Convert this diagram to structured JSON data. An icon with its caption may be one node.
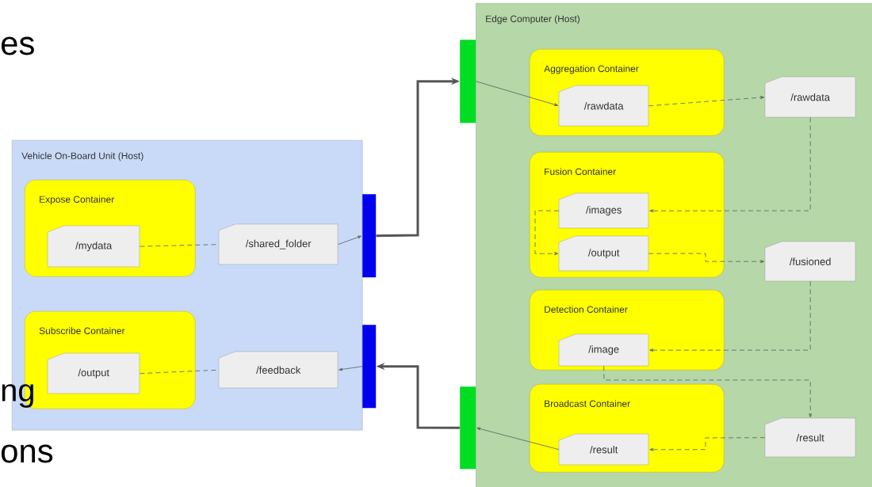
{
  "diagram": {
    "nodes": [
      {
        "text": [
          "Vehicle On-Board Unit (Host)"
        ]
      },
      {
        "text": [
          "Expose Container"
        ],
        "in": 0
      },
      {
        "text": [
          "/mydata"
        ],
        "in": 1
      },
      {
        "text": [
          "/shared_folder"
        ],
        "in": 0
      },
      {
        "text": [
          "Subscribe Container"
        ],
        "in": 0
      },
      {
        "text": [
          "/output"
        ],
        "in": 4
      },
      {
        "text": [
          "/feedback"
        ],
        "in": 0
      },
      {
        "text": [],
        "shape": "bar"
      },
      {
        "text": [],
        "shape": "bar"
      },
      {
        "text": [
          "Edge Computer (Host)"
        ]
      },
      {
        "text": [],
        "shape": "bar"
      },
      {
        "text": [],
        "shape": "bar"
      },
      {
        "text": [
          "Aggregation Container"
        ],
        "in": 9
      },
      {
        "text": [
          "/rawdata"
        ],
        "in": 12
      },
      {
        "text": [
          "/rawdata"
        ],
        "in": 9
      },
      {
        "text": [
          "Fusion Container"
        ],
        "in": 9
      },
      {
        "text": [
          "/images"
        ],
        "in": 15
      },
      {
        "text": [
          "/output"
        ],
        "in": 15
      },
      {
        "text": [
          "/fusioned"
        ],
        "in": 9
      },
      {
        "text": [
          "Detection Container"
        ],
        "in": 9
      },
      {
        "text": [
          "/image"
        ],
        "in": 19
      },
      {
        "text": [
          "Broadcast Container"
        ],
        "in": 9
      },
      {
        "text": [
          "/result"
        ],
        "in": 21
      },
      {
        "text": [
          "/result"
        ],
        "in": 9
      }
    ],
    "edges": [
      {
        "from": 2,
        "to": 3,
        "arrow": "none",
        "style": "dashed"
      },
      {
        "from": 3,
        "to": 7,
        "arrow": "to"
      },
      {
        "from": 7,
        "to": 10,
        "arrow": "to",
        "style": "thick",
        "color": "#555555"
      },
      {
        "from": 11,
        "to": 8,
        "arrow": "to",
        "style": "thick",
        "color": "#555555"
      },
      {
        "from": 8,
        "to": 6,
        "arrow": "to"
      },
      {
        "from": 5,
        "to": 6,
        "arrow": "none",
        "style": "dashed"
      },
      {
        "from": 10,
        "to": 13,
        "arrow": "to"
      },
      {
        "from": 13,
        "to": 14,
        "arrow": "to",
        "style": "dashed"
      },
      {
        "from": 14,
        "to": 16,
        "arrow": "to",
        "style": "dashed"
      },
      {
        "from": 16,
        "to": 17,
        "arrow": "to",
        "style": "dashed"
      },
      {
        "from": 17,
        "to": 18,
        "arrow": "to",
        "style": "dashed"
      },
      {
        "from": 18,
        "to": 20,
        "arrow": "to",
        "style": "dashed"
      },
      {
        "from": 20,
        "to": 23,
        "arrow": "to",
        "style": "dashed"
      },
      {
        "from": 23,
        "to": 22,
        "arrow": "to",
        "style": "dashed"
      },
      {
        "from": 22,
        "to": 11,
        "arrow": "to"
      }
    ],
    "labels": [
      "es",
      "ng",
      "ons"
    ]
  }
}
